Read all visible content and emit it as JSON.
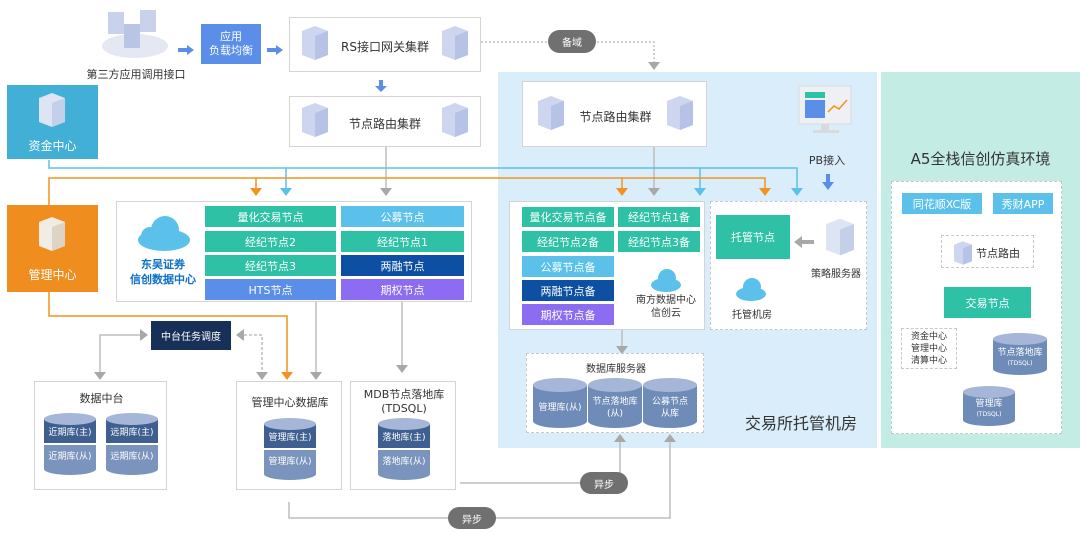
{
  "top": {
    "third_party": "第三方应用调用接口",
    "load_balancer": [
      "应用",
      "负载均衡"
    ],
    "rs_gateway": "RS接口网关集群",
    "node_router_left": "节点路由集群",
    "backup_domain": "备域"
  },
  "centers": {
    "fund_center": "资金中心",
    "mgmt_center": "管理中心"
  },
  "dongwu_dc": {
    "title": [
      "东吴证券",
      "信创数据中心"
    ],
    "left_nodes": [
      "量化交易节点",
      "经纪节点2",
      "经纪节点3",
      "HTS节点"
    ],
    "right_nodes": [
      "公募节点",
      "经纪节点1",
      "两融节点",
      "期权节点"
    ]
  },
  "scheduler": "中台任务调度",
  "data_platform": {
    "title": "数据中台",
    "dbs": [
      {
        "top": "近期库(主)",
        "bottom": "近期库(从)"
      },
      {
        "top": "远期库(主)",
        "bottom": "远期库(从)"
      }
    ]
  },
  "mgmt_db": {
    "title": "管理中心数据库",
    "top": "管理库(主)",
    "bottom": "管理库(从)"
  },
  "mdb": {
    "title": [
      "MDB节点落地库",
      "(TDSQL)"
    ],
    "top": "落地库(主)",
    "bottom": "落地库(从)"
  },
  "async_labels": [
    "异步",
    "异步"
  ],
  "exchange": {
    "node_router": "节点路由集群",
    "pb_access": "PB接入",
    "backup_nodes": {
      "left": [
        "量化交易节点备",
        "经纪节点2备",
        "公募节点备",
        "两融节点备",
        "期权节点备"
      ],
      "right": [
        "经纪节点1备",
        "经纪节点3备"
      ]
    },
    "south_dc": [
      "南方数据中心",
      "信创云"
    ],
    "custody_node": "托管节点",
    "strategy_server": "策略服务器",
    "custody_room": "托管机房",
    "db_server": {
      "title": "数据库服务器",
      "dbs": [
        [
          "管理库(从)"
        ],
        [
          "节点落地库",
          "(从)"
        ],
        [
          "公募节点",
          "从库"
        ]
      ]
    },
    "zone_title": "交易所托管机房"
  },
  "a5": {
    "title": "A5全栈信创仿真环境",
    "clients": [
      "同花顺XC版",
      "秀财APP"
    ],
    "node_router": "节点路由",
    "trade_node": "交易节点",
    "centers": [
      "资金中心",
      "管理中心",
      "清算中心"
    ],
    "node_db": {
      "name": "节点落地库",
      "sub": "(TDSQL)"
    },
    "mgmt_db": {
      "name": "管理库",
      "sub": "(TDSQL)"
    }
  },
  "colors": {
    "orange": "#f0931f",
    "light_blue": "#5bc1ea",
    "gray": "#a8a8a8",
    "blue": "#5a8ee8"
  }
}
